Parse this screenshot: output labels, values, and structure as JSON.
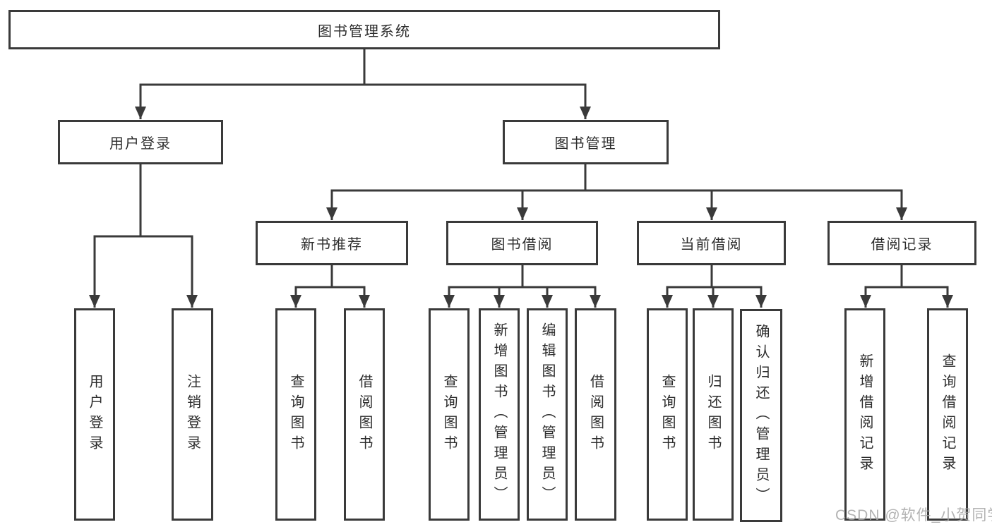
{
  "diagram": {
    "root": {
      "label": "图书管理系统"
    },
    "branches": [
      {
        "label": "用户登录",
        "children": [
          {
            "label": "用户登录"
          },
          {
            "label": "注销登录"
          }
        ]
      },
      {
        "label": "图书管理",
        "children": [
          {
            "label": "新书推荐",
            "children": [
              {
                "label": "查询图书"
              },
              {
                "label": "借阅图书"
              }
            ]
          },
          {
            "label": "图书借阅",
            "children": [
              {
                "label": "查询图书"
              },
              {
                "label": "新增图书（管理员）"
              },
              {
                "label": "编辑图书（管理员）"
              },
              {
                "label": "借阅图书"
              }
            ]
          },
          {
            "label": "当前借阅",
            "children": [
              {
                "label": "查询图书"
              },
              {
                "label": "归还图书"
              },
              {
                "label": "确认归还（管理员）"
              }
            ]
          },
          {
            "label": "借阅记录",
            "children": [
              {
                "label": "新增借阅记录"
              },
              {
                "label": "查询借阅记录"
              }
            ]
          }
        ]
      }
    ]
  },
  "watermark": {
    "text": "CSDN @软件_小贺同学"
  },
  "colors": {
    "line": "#3a3a3a",
    "text": "#2d2d2d",
    "background": "#ffffff",
    "watermark": "#a6a6a6"
  }
}
